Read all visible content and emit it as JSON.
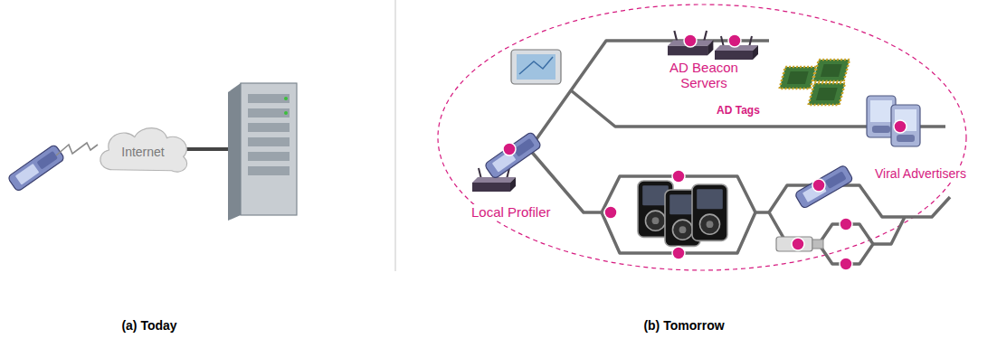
{
  "diagram": {
    "nodes": [
      {
        "text": [
          "Internet"
        ]
      }
    ],
    "labels": [
      "Local Profiler",
      "AD Beacon Servers",
      "AD Tags",
      "Viral Advertisers",
      "(a) Today",
      "(b) Tomorrow"
    ]
  }
}
